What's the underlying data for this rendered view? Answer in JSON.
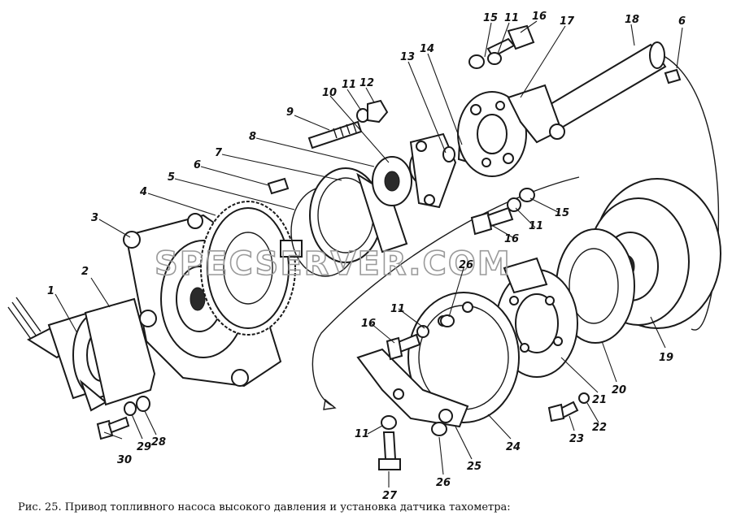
{
  "caption": "Рис. 25. Привод топливного насоса высокого давления и установка датчика тахометра:",
  "watermark": "SPECSERVER.COM",
  "callouts": [
    {
      "id": "c1",
      "text": "1"
    },
    {
      "id": "c2",
      "text": "2"
    },
    {
      "id": "c3",
      "text": "3"
    },
    {
      "id": "c4",
      "text": "4"
    },
    {
      "id": "c5",
      "text": "5"
    },
    {
      "id": "c6a",
      "text": "6"
    },
    {
      "id": "c6b",
      "text": "6"
    },
    {
      "id": "c7",
      "text": "7"
    },
    {
      "id": "c8",
      "text": "8"
    },
    {
      "id": "c9",
      "text": "9"
    },
    {
      "id": "c10",
      "text": "10"
    },
    {
      "id": "c11a",
      "text": "11"
    },
    {
      "id": "c11b",
      "text": "11"
    },
    {
      "id": "c11c",
      "text": "11"
    },
    {
      "id": "c11d",
      "text": "11"
    },
    {
      "id": "c11e",
      "text": "11"
    },
    {
      "id": "c12",
      "text": "12"
    },
    {
      "id": "c13",
      "text": "13"
    },
    {
      "id": "c14",
      "text": "14"
    },
    {
      "id": "c15a",
      "text": "15"
    },
    {
      "id": "c15b",
      "text": "15"
    },
    {
      "id": "c16a",
      "text": "16"
    },
    {
      "id": "c16b",
      "text": "16"
    },
    {
      "id": "c16c",
      "text": "16"
    },
    {
      "id": "c17",
      "text": "17"
    },
    {
      "id": "c18",
      "text": "18"
    },
    {
      "id": "c19",
      "text": "19"
    },
    {
      "id": "c20",
      "text": "20"
    },
    {
      "id": "c21",
      "text": "21"
    },
    {
      "id": "c22",
      "text": "22"
    },
    {
      "id": "c23",
      "text": "23"
    },
    {
      "id": "c24",
      "text": "24"
    },
    {
      "id": "c25",
      "text": "25"
    },
    {
      "id": "c26a",
      "text": "26"
    },
    {
      "id": "c26b",
      "text": "26"
    },
    {
      "id": "c27",
      "text": "27"
    },
    {
      "id": "c28",
      "text": "28"
    },
    {
      "id": "c29",
      "text": "29"
    },
    {
      "id": "c30",
      "text": "30"
    }
  ]
}
